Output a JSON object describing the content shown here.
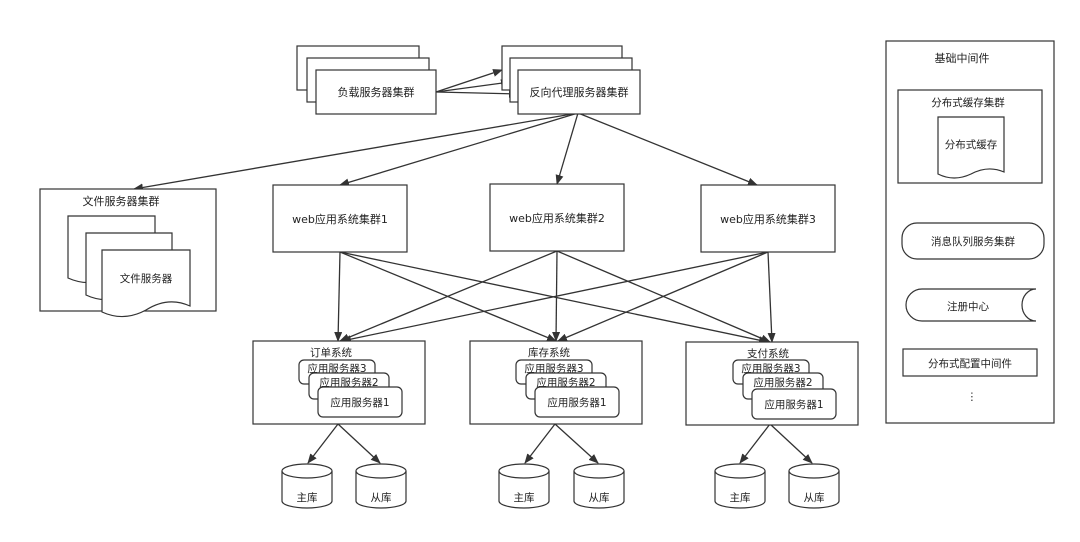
{
  "load_balancer": "负载服务器集群",
  "reverse_proxy": "反向代理服务器集群",
  "file_cluster": {
    "title": "文件服务器集群",
    "doc": "文件服务器"
  },
  "web_clusters": [
    "web应用系统集群1",
    "web应用系统集群2",
    "web应用系统集群3"
  ],
  "app_systems": [
    {
      "title": "订单系统",
      "servers": [
        "应用服务器3",
        "应用服务器2",
        "应用服务器1"
      ],
      "dbs": [
        "主库",
        "从库"
      ]
    },
    {
      "title": "库存系统",
      "servers": [
        "应用服务器3",
        "应用服务器2",
        "应用服务器1"
      ],
      "dbs": [
        "主库",
        "从库"
      ]
    },
    {
      "title": "支付系统",
      "servers": [
        "应用服务器3",
        "应用服务器2",
        "应用服务器1"
      ],
      "dbs": [
        "主库",
        "从库"
      ]
    }
  ],
  "middleware": {
    "title": "基础中间件",
    "cache_cluster": "分布式缓存集群",
    "cache_doc": "分布式缓存",
    "mq": "消息队列服务集群",
    "registry": "注册中心",
    "config": "分布式配置中间件",
    "more": "⋮"
  }
}
